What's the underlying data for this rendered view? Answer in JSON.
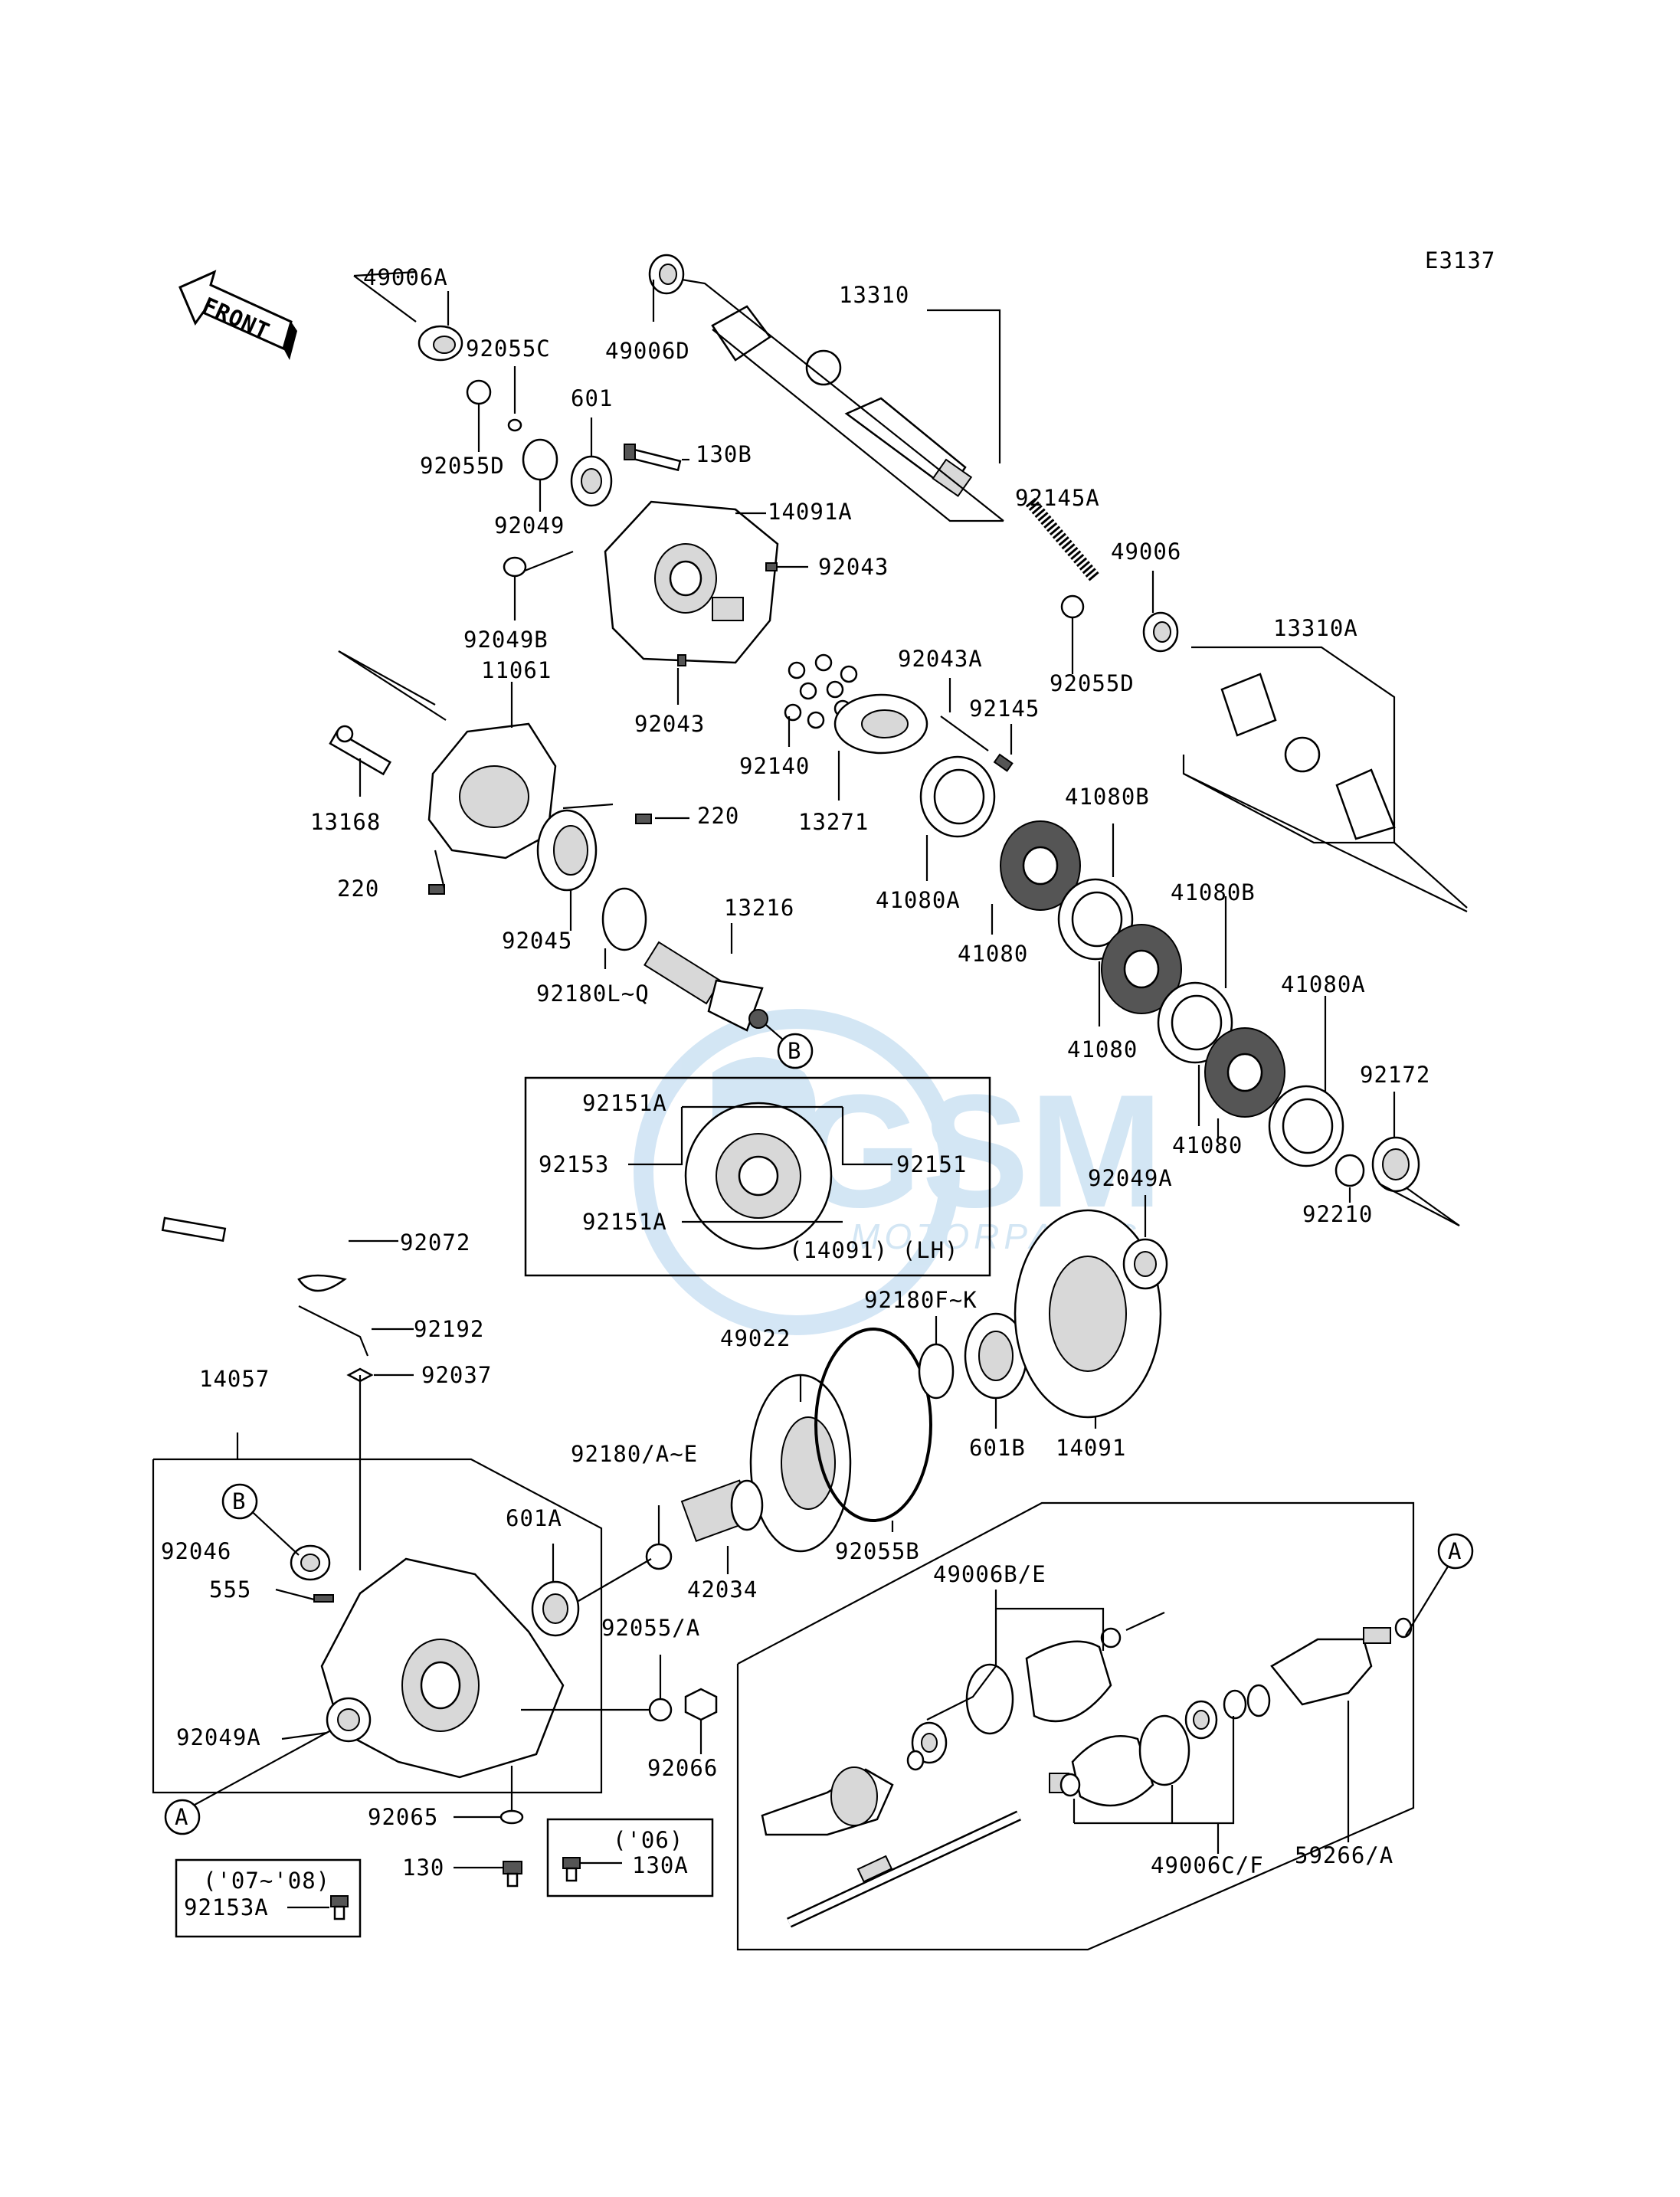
{
  "diagram_code": "E3137",
  "front_arrow": {
    "text": "FRONT",
    "icon": "front-arrow-icon"
  },
  "watermark": {
    "main": "GSM",
    "sub": "MOTORPARTS",
    "color": "#3a8fd0"
  },
  "labels": {
    "p49006A": "49006A",
    "p49006D": "49006D",
    "p13310": "13310",
    "p92055C": "92055C",
    "p92055D_top": "92055D",
    "p601": "601",
    "p130B": "130B",
    "p92049": "92049",
    "p14091A": "14091A",
    "p92145A": "92145A",
    "p92043_a": "92043",
    "p49006": "49006",
    "p92049B": "92049B",
    "p92055D": "92055D",
    "p13310A": "13310A",
    "p11061": "11061",
    "p92043_b": "92043",
    "p92043A": "92043A",
    "p92145": "92145",
    "p92140": "92140",
    "p13168": "13168",
    "p220_a": "220",
    "p13271": "13271",
    "p41080B_a": "41080B",
    "p220_b": "220",
    "p41080A_a": "41080A",
    "p92045": "92045",
    "p13216": "13216",
    "p41080_a": "41080",
    "p41080B_b": "41080B",
    "p92180LQ": "92180L~Q",
    "p41080A_b": "41080A",
    "p41080_b": "41080",
    "p92151A_a": "92151A",
    "p92172": "92172",
    "p92153": "92153",
    "p92151": "92151",
    "p41080_c": "41080",
    "p92049A_a": "92049A",
    "p92151A_b": "92151A",
    "p92210": "92210",
    "p14091LH": "(14091) (LH)",
    "p92072": "92072",
    "p92180FK": "92180F~K",
    "p92192": "92192",
    "p49022": "49022",
    "p14057": "14057",
    "p92037": "92037",
    "p601B": "601B",
    "p14091": "14091",
    "p92180AE": "92180/A~E",
    "p601A": "601A",
    "p92046": "92046",
    "p555": "555",
    "p92055B": "92055B",
    "p42034": "42034",
    "p49006BE": "49006B/E",
    "p92055A": "92055/A",
    "p92049A_b": "92049A",
    "p92066": "92066",
    "p49006CF": "49006C/F",
    "p92065": "92065",
    "p06": "('06)",
    "p130": "130",
    "p130A": "130A",
    "p59266A": "59266/A",
    "p0708": "('07~'08)",
    "p92153A": "92153A"
  },
  "callouts": {
    "A": "A",
    "B": "B"
  }
}
